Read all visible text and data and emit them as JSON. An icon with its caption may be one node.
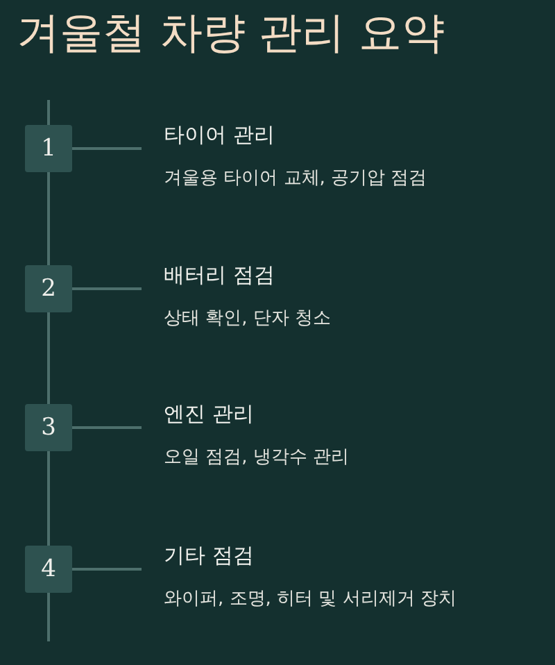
{
  "diagram": {
    "title": "겨울철 차량 관리 요약",
    "nodes": [
      {
        "text": [
          "1"
        ]
      },
      {
        "text": [
          "타이어 관리",
          "겨울용 타이어 교체, 공기압 점검"
        ]
      },
      {
        "text": [
          "2"
        ]
      },
      {
        "text": [
          "배터리 점검",
          "상태 확인, 단자 청소"
        ]
      },
      {
        "text": [
          "3"
        ]
      },
      {
        "text": [
          "엔진 관리",
          "오일 점검, 냉각수 관리"
        ]
      },
      {
        "text": [
          "4"
        ]
      },
      {
        "text": [
          "기타 점검",
          "와이퍼, 조명, 히터 및 서리제거 장치"
        ]
      }
    ],
    "edges": [
      {
        "from": 0,
        "to": 1,
        "arrow": "none"
      },
      {
        "from": 2,
        "to": 3,
        "arrow": "none"
      },
      {
        "from": 4,
        "to": 5,
        "arrow": "none"
      },
      {
        "from": 6,
        "to": 7,
        "arrow": "none"
      },
      {
        "from": 0,
        "to": 2,
        "arrow": "none"
      },
      {
        "from": 2,
        "to": 4,
        "arrow": "none"
      },
      {
        "from": 4,
        "to": 6,
        "arrow": "none"
      }
    ]
  }
}
